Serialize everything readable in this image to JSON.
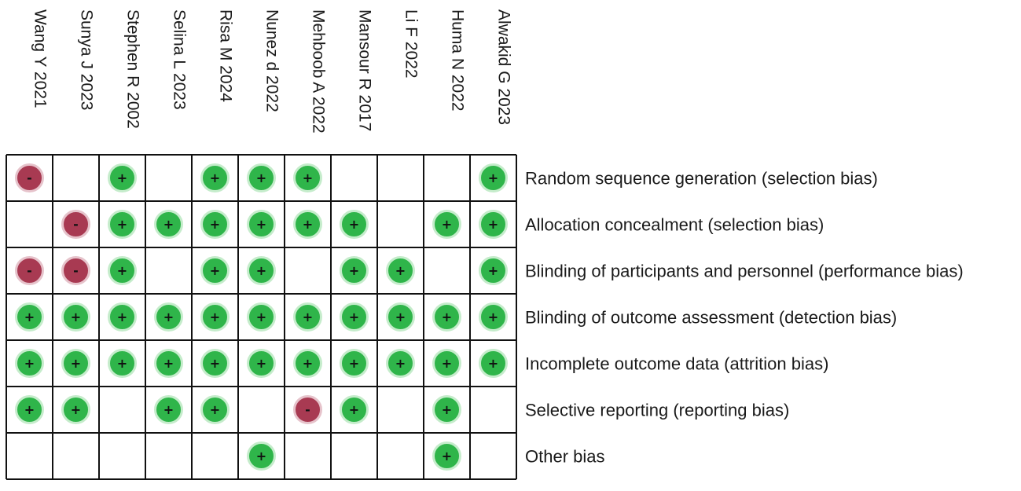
{
  "chart_data": {
    "type": "table",
    "studies": [
      "Wang Y 2021",
      "Sunya J 2023",
      "Stephen R 2002",
      "Selina L 2023",
      "Risa M 2024",
      "Nunez d 2022",
      "Mehboob A 2022",
      "Mansour R 2017",
      "Li F 2022",
      "Huma N 2022",
      "Alwakid G 2023"
    ],
    "domains": [
      "Random sequence generation (selection bias)",
      "Allocation concealment (selection bias)",
      "Blinding of participants and personnel (performance bias)",
      "Blinding of outcome assessment (detection bias)",
      "Incomplete outcome data (attrition bias)",
      "Selective reporting (reporting bias)",
      "Other bias"
    ],
    "judgements": [
      [
        "high",
        "",
        "low",
        "",
        "low",
        "low",
        "low",
        "",
        "",
        "",
        "low"
      ],
      [
        "",
        "high",
        "low",
        "low",
        "low",
        "low",
        "low",
        "low",
        "",
        "low",
        "low"
      ],
      [
        "high",
        "high",
        "low",
        "",
        "low",
        "low",
        "",
        "low",
        "low",
        "",
        "low"
      ],
      [
        "low",
        "low",
        "low",
        "low",
        "low",
        "low",
        "low",
        "low",
        "low",
        "low",
        "low"
      ],
      [
        "low",
        "low",
        "low",
        "low",
        "low",
        "low",
        "low",
        "low",
        "low",
        "low",
        "low"
      ],
      [
        "low",
        "low",
        "",
        "low",
        "low",
        "",
        "high",
        "low",
        "",
        "low",
        ""
      ],
      [
        "",
        "",
        "",
        "",
        "",
        "low",
        "",
        "",
        "",
        "low",
        ""
      ]
    ],
    "symbols": {
      "low": "+",
      "high": "-"
    },
    "colors": {
      "low": "#2fb54a",
      "low_ring": "#c5eccb",
      "high": "#a83a52",
      "high_ring": "#e6c3cb",
      "grid": "#111111"
    }
  }
}
